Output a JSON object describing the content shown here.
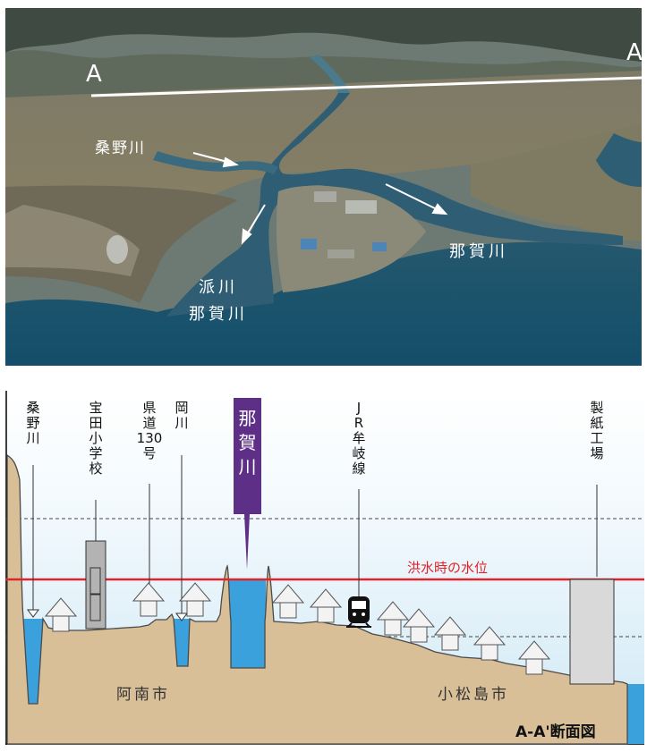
{
  "photo": {
    "marker_left": "A",
    "marker_right": "A'",
    "label_kuwano": "桑野川",
    "label_naka_right": "那賀川",
    "label_hagawa": "派川",
    "label_naka_left": "那賀川"
  },
  "section": {
    "labels": {
      "kuwano": "桑野川",
      "takarada": "宝田小学校",
      "route": [
        "県",
        "道",
        "130",
        "号"
      ],
      "okagawa": "岡川",
      "naka": "那賀川",
      "jr": "JR牟岐線",
      "paper": "製紙工場"
    },
    "flood_level": "洪水時の水位",
    "city_anan": "阿南市",
    "city_komatsushima": "小松島市",
    "title": "A-A'断面図"
  },
  "colors": {
    "sky": "#d6ecf7",
    "ground": "#d9bf98",
    "water": "#3aa1dc",
    "flood_line": "#e0242a",
    "naka_label": "#5d2f86"
  }
}
